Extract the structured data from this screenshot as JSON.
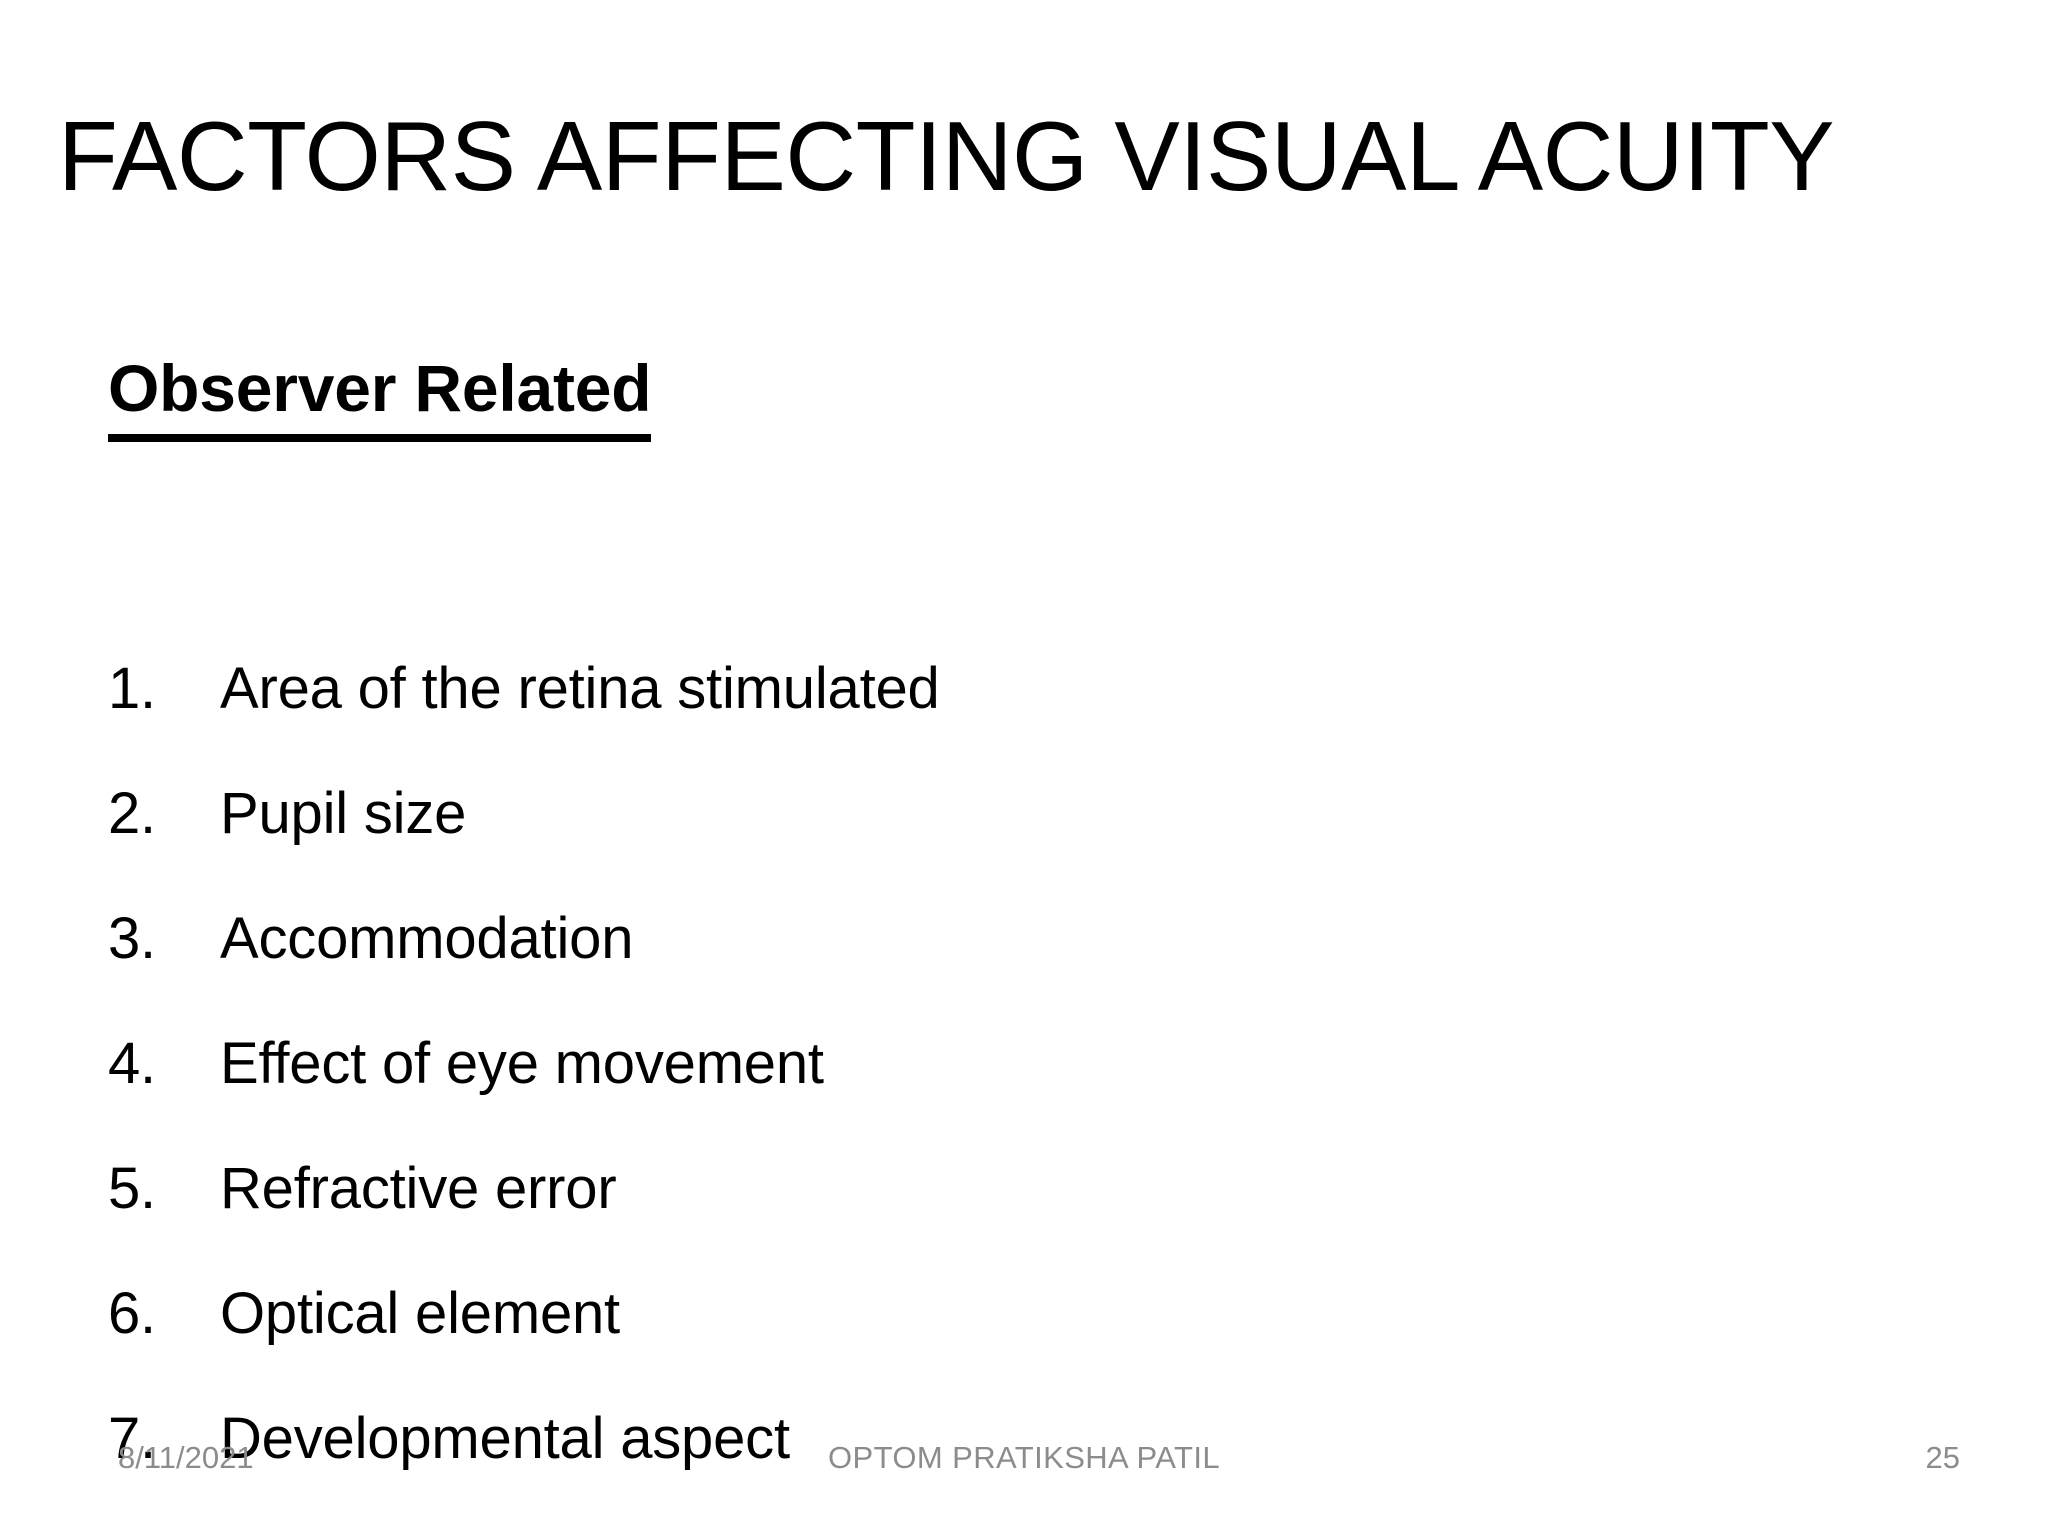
{
  "slide": {
    "title": "FACTORS AFFECTING VISUAL ACUITY",
    "subtitle": "Observer Related",
    "list": [
      {
        "number": "1.",
        "text": "Area of the retina stimulated"
      },
      {
        "number": "2.",
        "text": "Pupil size"
      },
      {
        "number": "3.",
        "text": "Accommodation"
      },
      {
        "number": "4.",
        "text": "Effect of eye movement"
      },
      {
        "number": "5.",
        "text": "Refractive error"
      },
      {
        "number": "6.",
        "text": "Optical element"
      },
      {
        "number": "7.",
        "text": "Developmental aspect"
      }
    ],
    "footer": {
      "date": "8/11/2021",
      "author": "OPTOM PRATIKSHA PATIL",
      "page_number": "25"
    },
    "colors": {
      "background": "#ffffff",
      "text": "#000000",
      "footer_text": "#8c8c8c"
    }
  }
}
